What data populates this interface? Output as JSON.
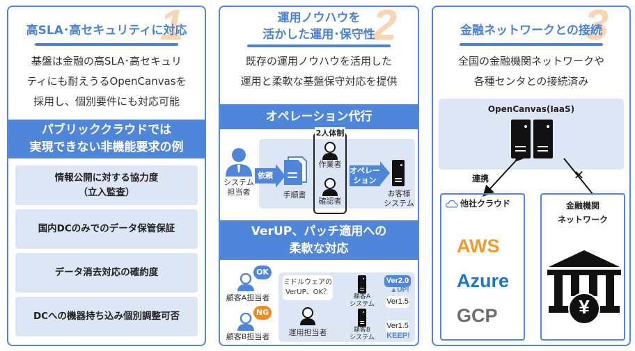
{
  "colors": {
    "accent": "#4f86d9",
    "number": "#f6c79a",
    "aws": "#f39a2b",
    "azure": "#1976c8",
    "gcp": "#6d6d6d",
    "ng": "#f08a24"
  },
  "col1": {
    "number": "1",
    "title": "高SLA･高セキュリティに対応",
    "desc": [
      "基盤は金融の高SLA･高セキュリ",
      "ティにも耐えうるOpenCanvasを",
      "採用し、個別要件にも対応可能"
    ],
    "band": [
      "パブリッククラウドでは",
      "実現できない非機能要求の例"
    ],
    "requirements": [
      {
        "line1": "情報公開に対する協力度",
        "line2": "（立入監査）"
      },
      {
        "line1": "国内DCのみでのデータ保管保証",
        "line2": ""
      },
      {
        "line1": "データ消去対応の確約度",
        "line2": ""
      },
      {
        "line1": "DCへの機器持ち込み個別調整可否",
        "line2": ""
      }
    ]
  },
  "col2": {
    "number": "2",
    "title": [
      "運用ノウハウを",
      "活かした運用･保守性"
    ],
    "desc": [
      "既存の運用ノウハウを活用した",
      "運用と柔軟な基盤保守対応を提供"
    ],
    "band1": "オペレーション代行",
    "ops": {
      "requester": [
        "システム",
        "担当者"
      ],
      "request_arrow": "依頼",
      "manual": "手順書",
      "two_person": "2人体制",
      "worker": "作業者",
      "checker": "確認者",
      "operation_arrow": [
        "オペレー",
        "ション"
      ],
      "customer_system": [
        "お客様",
        "システム"
      ]
    },
    "band2": [
      "VerUP、パッチ適用への",
      "柔軟な対応"
    ],
    "verup": {
      "customer_a": "顧客A担当者",
      "customer_b": "顧客B担当者",
      "ok": "OK",
      "ng": "NG",
      "bubble": [
        "ミドルウェアの",
        "VerUP、OK？"
      ],
      "operator": "運用担当者",
      "system_a": [
        "顧客A",
        "システム"
      ],
      "system_b": [
        "顧客B",
        "システム"
      ],
      "ver_new": "Ver2.0",
      "up": "UP!",
      "ver_a_old": "Ver1.5",
      "ver_b": "Ver1.5",
      "keep": "KEEP!"
    }
  },
  "col3": {
    "number": "3",
    "title": "金融ネットワークとの接続",
    "desc": [
      "全国の金融機関ネットワークや",
      "各種センタとの接続済み"
    ],
    "iaas": "OpenCanvas(IaaS)",
    "link_label": "連携",
    "cross": "✕",
    "cloud_title": "他社クラウド",
    "clouds": [
      "AWS",
      "Azure",
      "GCP"
    ],
    "bank_title": [
      "金融機関",
      "ネットワーク"
    ],
    "yen": "¥"
  }
}
